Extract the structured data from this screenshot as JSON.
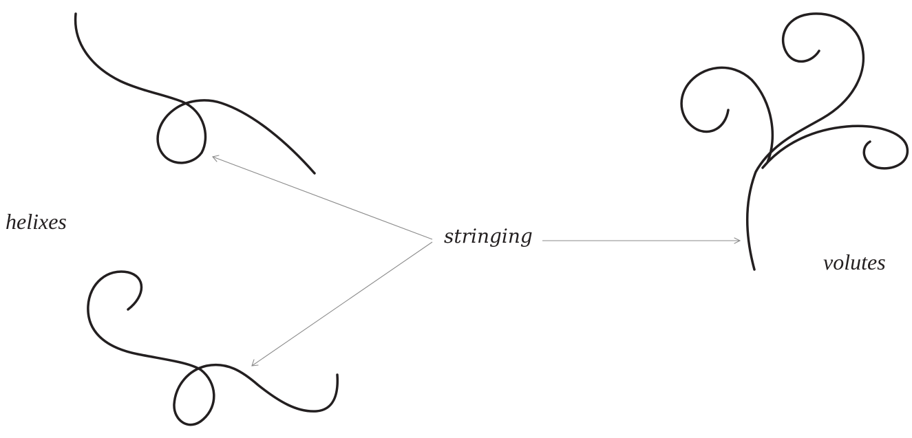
{
  "labels": {
    "center": "stringing",
    "left": "helixes",
    "right": "volutes"
  },
  "colors": {
    "ink": "#231f20",
    "connector": "#8a8a8a",
    "background": "#ffffff"
  },
  "icons": {
    "top_left": "helix-flourish-icon",
    "bottom_left": "helix-flourish-icon",
    "right": "volute-flourish-icon"
  }
}
